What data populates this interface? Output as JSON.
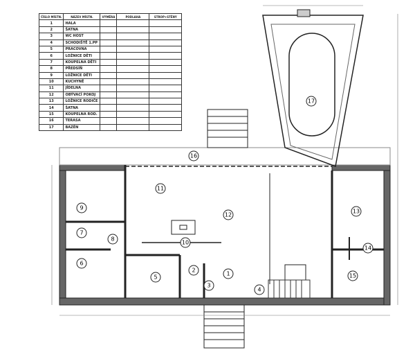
{
  "legend": {
    "headers": [
      "ČÍSLO MÍSTN.",
      "NÁZEV MÍSTN.",
      "VÝMĚRA",
      "PODLAHA",
      "STROP+STĚNY"
    ],
    "rooms": [
      {
        "num": "1",
        "name": "HALA"
      },
      {
        "num": "2",
        "name": "ŠATNA"
      },
      {
        "num": "3",
        "name": "WC HOST"
      },
      {
        "num": "4",
        "name": "SCHODIŠTĚ 1.PP"
      },
      {
        "num": "5",
        "name": "PRACOVNA"
      },
      {
        "num": "6",
        "name": "LOŽNICE DĚTI"
      },
      {
        "num": "7",
        "name": "KOUPELNA DĚTI"
      },
      {
        "num": "8",
        "name": "PŘEDSÍŇ"
      },
      {
        "num": "9",
        "name": "LOŽNICE DĚTI"
      },
      {
        "num": "10",
        "name": "KUCHYNĚ"
      },
      {
        "num": "11",
        "name": "JÍDELNA"
      },
      {
        "num": "12",
        "name": "OBÝVACÍ POKOJ"
      },
      {
        "num": "13",
        "name": "LOŽNICE RODIČE"
      },
      {
        "num": "14",
        "name": "ŠATNA"
      },
      {
        "num": "15",
        "name": "KOUPELNA ROD."
      },
      {
        "num": "16",
        "name": "TERASA"
      },
      {
        "num": "17",
        "name": "BAZÉN"
      }
    ]
  },
  "plan_labels": [
    "1",
    "2",
    "3",
    "4",
    "5",
    "6",
    "7",
    "8",
    "9",
    "10",
    "11",
    "12",
    "13",
    "14",
    "15",
    "16",
    "17"
  ]
}
